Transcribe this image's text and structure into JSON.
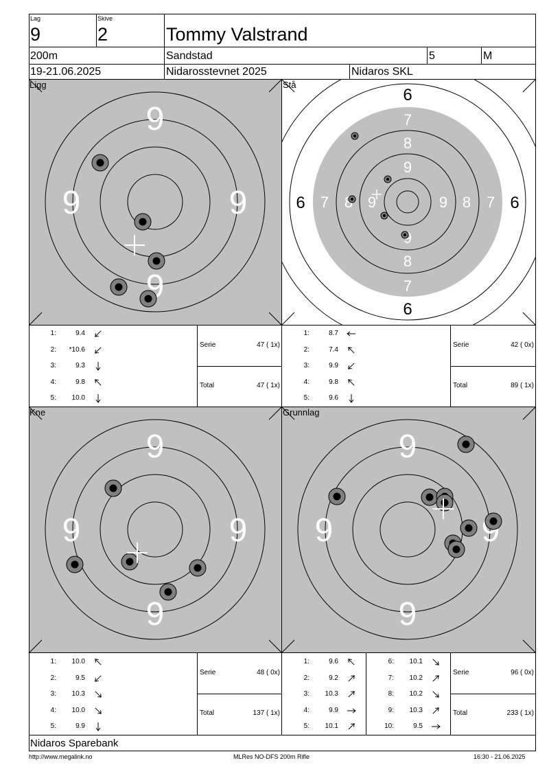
{
  "header": {
    "lag_label": "Lag",
    "lag_value": "9",
    "skive_label": "Skive",
    "skive_value": "2",
    "name": "Tommy Valstrand",
    "distance": "200m",
    "club": "Sandstad",
    "class": "5",
    "gender": "M",
    "date": "19-21.06.2025",
    "event": "Nidarosstevnet 2025",
    "organizer": "Nidaros SKL"
  },
  "sections": [
    {
      "title": "Ligg",
      "target": "ring9",
      "shots": [
        {
          "n": "1:",
          "v": "9.4",
          "arrow": "sw"
        },
        {
          "n": "2:",
          "v": "*10.6",
          "arrow": "sw"
        },
        {
          "n": "3:",
          "v": "9.3",
          "arrow": "s"
        },
        {
          "n": "4:",
          "v": "9.8",
          "arrow": "nw"
        },
        {
          "n": "5:",
          "v": "10.0",
          "arrow": "s"
        }
      ],
      "serie_label": "Serie",
      "serie_value": "47 ( 1x)",
      "total_label": "Total",
      "total_value": "47 ( 1x)"
    },
    {
      "title": "Stå",
      "target": "standing",
      "shots": [
        {
          "n": "1:",
          "v": "8.7",
          "arrow": "w"
        },
        {
          "n": "2:",
          "v": "7.4",
          "arrow": "nw"
        },
        {
          "n": "3:",
          "v": "9.9",
          "arrow": "sw"
        },
        {
          "n": "4:",
          "v": "9.8",
          "arrow": "nw"
        },
        {
          "n": "5:",
          "v": "9.6",
          "arrow": "s"
        }
      ],
      "serie_label": "Serie",
      "serie_value": "42 ( 0x)",
      "total_label": "Total",
      "total_value": "89 ( 1x)"
    },
    {
      "title": "Kne",
      "target": "ring9",
      "shots": [
        {
          "n": "1:",
          "v": "10.0",
          "arrow": "nw"
        },
        {
          "n": "2:",
          "v": "9.5",
          "arrow": "sw"
        },
        {
          "n": "3:",
          "v": "10.3",
          "arrow": "se"
        },
        {
          "n": "4:",
          "v": "10.0",
          "arrow": "se"
        },
        {
          "n": "5:",
          "v": "9.9",
          "arrow": "s"
        }
      ],
      "serie_label": "Serie",
      "serie_value": "48 ( 0x)",
      "total_label": "Total",
      "total_value": "137 ( 1x)"
    },
    {
      "title": "Grunnlag",
      "target": "ring9",
      "shots": [
        {
          "n": "1:",
          "v": "9.6",
          "arrow": "nw"
        },
        {
          "n": "2:",
          "v": "9.2",
          "arrow": "ne"
        },
        {
          "n": "3:",
          "v": "10.3",
          "arrow": "ne"
        },
        {
          "n": "4:",
          "v": "9.9",
          "arrow": "e"
        },
        {
          "n": "5:",
          "v": "10.1",
          "arrow": "ne"
        },
        {
          "n": "6:",
          "v": "10.1",
          "arrow": "se"
        },
        {
          "n": "7:",
          "v": "10.2",
          "arrow": "ne"
        },
        {
          "n": "8:",
          "v": "10.2",
          "arrow": "se"
        },
        {
          "n": "9:",
          "v": "10.3",
          "arrow": "ne"
        },
        {
          "n": "10:",
          "v": "9.5",
          "arrow": "e"
        }
      ],
      "serie_label": "Serie",
      "serie_value": "96 ( 0x)",
      "total_label": "Total",
      "total_value": "233 ( 1x)"
    }
  ],
  "sponsor": "Nidaros Sparebank",
  "footer": {
    "left": "http://www.megalink.no",
    "center": "MLRes NO-DFS 200m Rifle",
    "right": "16:30 - 21.06.2025"
  }
}
